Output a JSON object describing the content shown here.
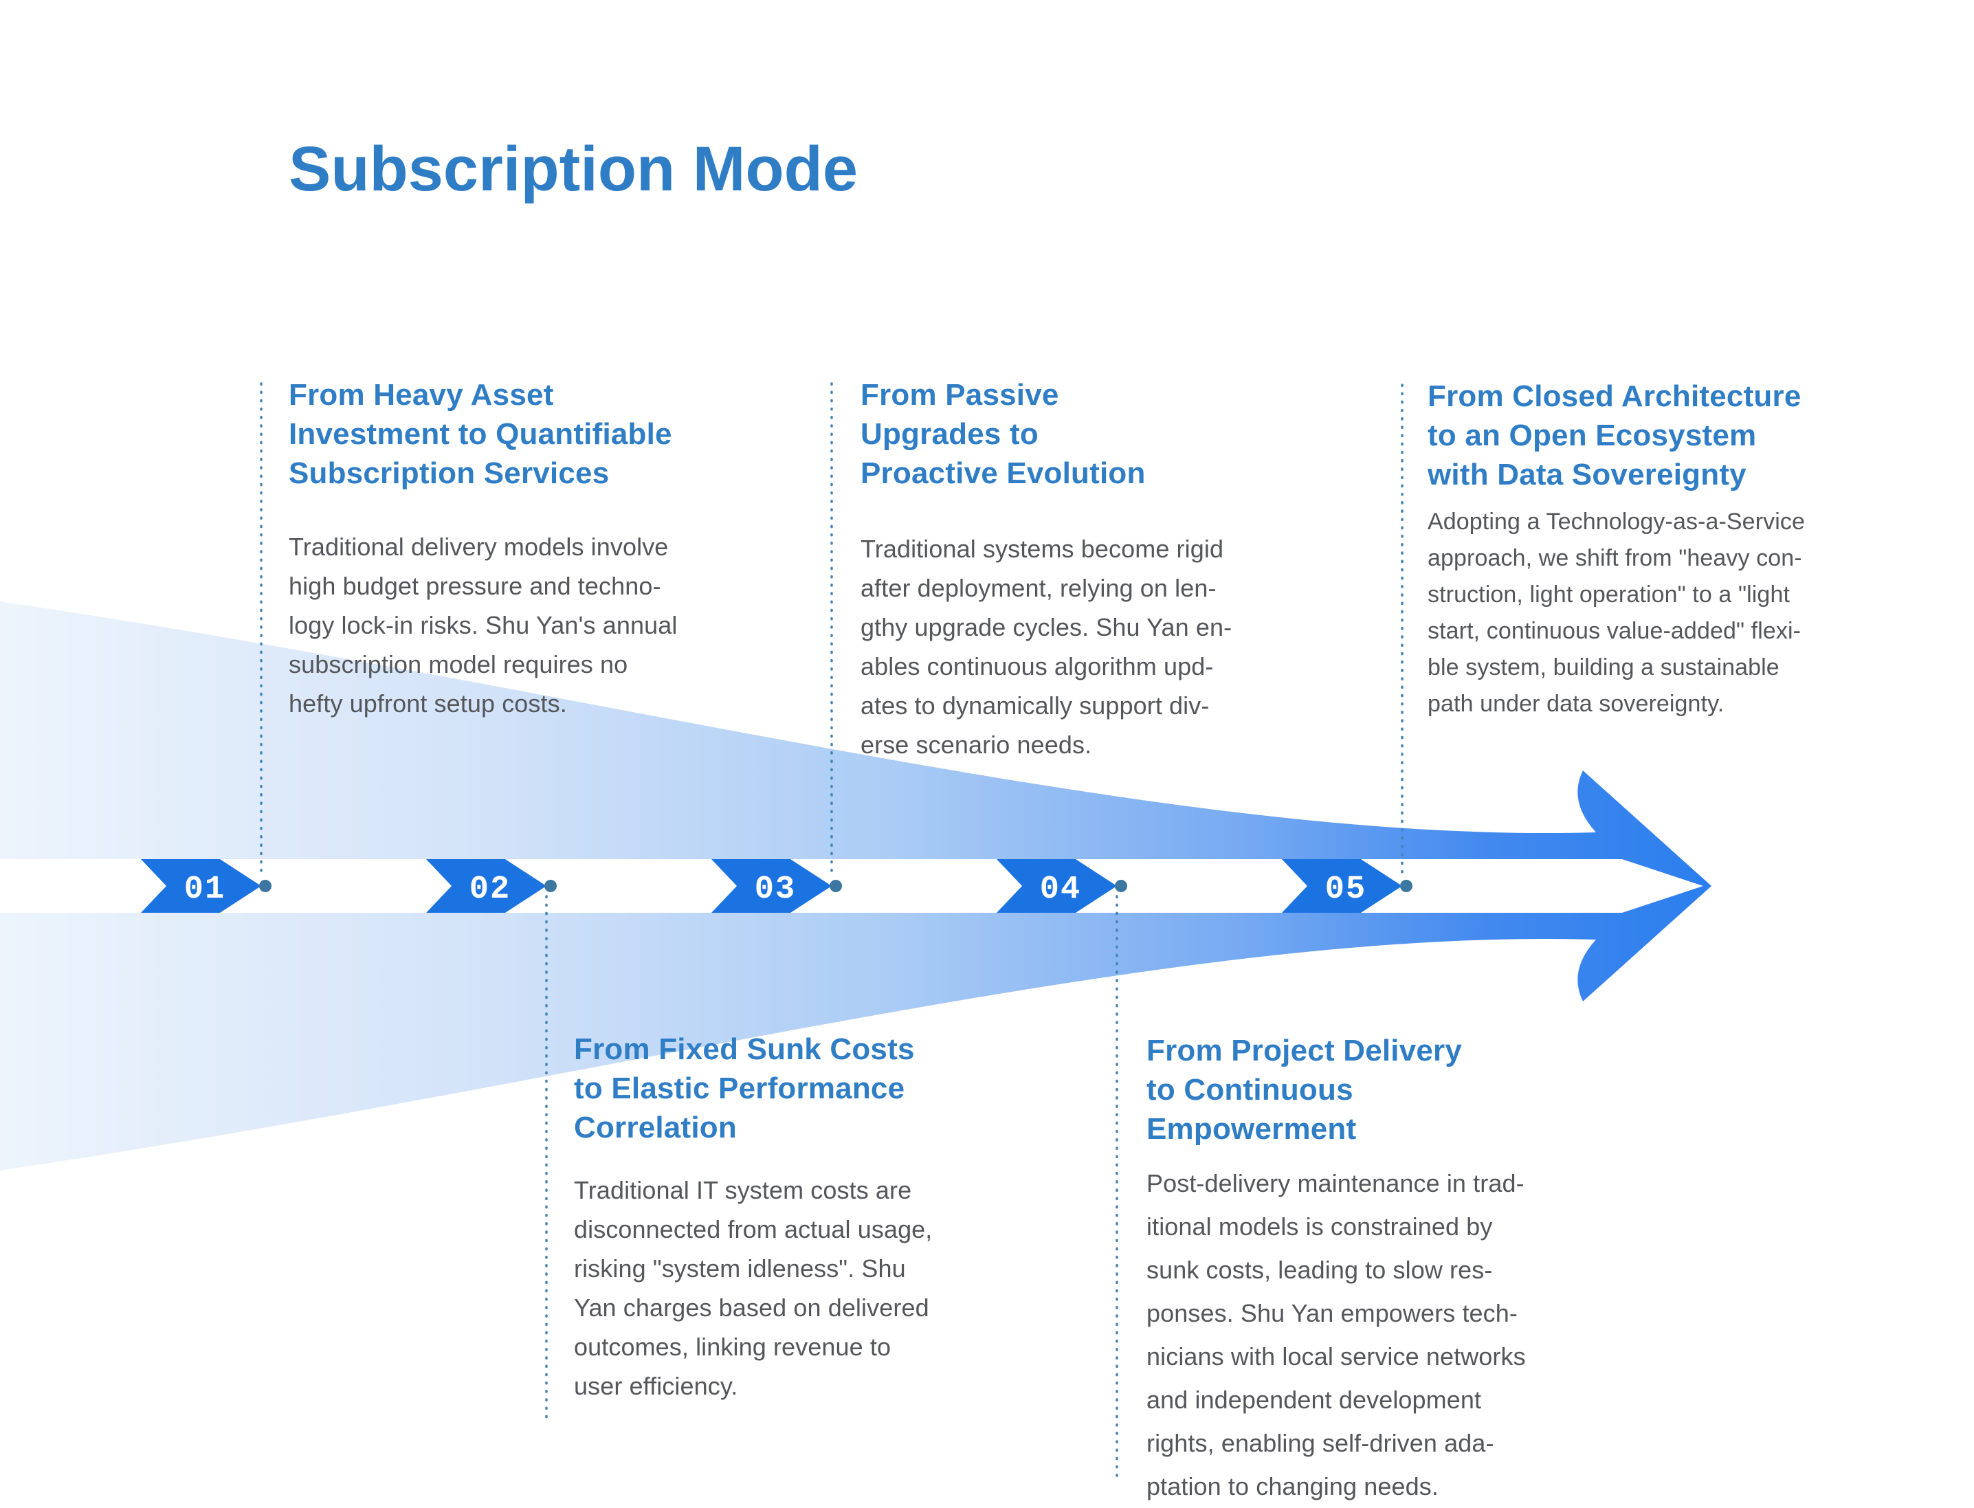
{
  "page": {
    "title": "Subscription Mode"
  },
  "colors": {
    "title_blue": "#2f7dc5",
    "heading_blue": "#2f7dc5",
    "body_gray": "#54565a",
    "chevron_blue": "#1b73e2",
    "arrow_deep_blue": "#2b7eee",
    "arrow_pale_blue": "#edf4fc",
    "connector_line_blue": "#4484b4",
    "connector_dot_blue": "#3b77a1",
    "band_white": "#ffffff"
  },
  "steps": [
    {
      "number": "01",
      "position": "top",
      "title_lines": [
        "From Heavy Asset",
        "Investment to Quantifiable",
        "Subscription Services"
      ],
      "body_lines": [
        "Traditional delivery models involve",
        "high budget pressure and techno-",
        "logy lock-in risks. Shu Yan's annual",
        "subscription model requires no",
        "hefty upfront setup costs."
      ]
    },
    {
      "number": "02",
      "position": "bottom",
      "title_lines": [
        "From Fixed Sunk Costs",
        "to Elastic Performance",
        "Correlation"
      ],
      "body_lines": [
        "Traditional IT system costs are",
        "disconnected from actual usage,",
        "risking \"system idleness\". Shu",
        "Yan charges based on delivered",
        "outcomes, linking revenue to",
        "user efficiency."
      ]
    },
    {
      "number": "03",
      "position": "top",
      "title_lines": [
        "From Passive",
        "Upgrades to",
        "Proactive Evolution"
      ],
      "body_lines": [
        "Traditional systems become rigid",
        "after deployment, relying on len-",
        "gthy upgrade cycles. Shu Yan en-",
        "ables continuous algorithm upd-",
        "ates to dynamically support div-",
        "erse scenario needs."
      ]
    },
    {
      "number": "04",
      "position": "bottom",
      "title_lines": [
        "From Project Delivery",
        "to Continuous",
        "Empowerment"
      ],
      "body_lines": [
        "Post-delivery maintenance in trad-",
        "itional models is constrained by",
        "sunk costs, leading to slow res-",
        "ponses. Shu Yan empowers tech-",
        "nicians with local service networks",
        "and independent development",
        "rights, enabling self-driven ada-",
        "ptation to changing needs."
      ]
    },
    {
      "number": "05",
      "position": "top",
      "title_lines": [
        "From Closed Architecture",
        "to an Open Ecosystem",
        "with Data Sovereignty"
      ],
      "body_lines": [
        "Adopting a Technology-as-a-Service",
        "approach, we shift from \"heavy con-",
        "struction, light operation\" to a \"light",
        "start, continuous value-added\" flexi-",
        "ble system, building a sustainable",
        "path under data sovereignty."
      ]
    }
  ]
}
